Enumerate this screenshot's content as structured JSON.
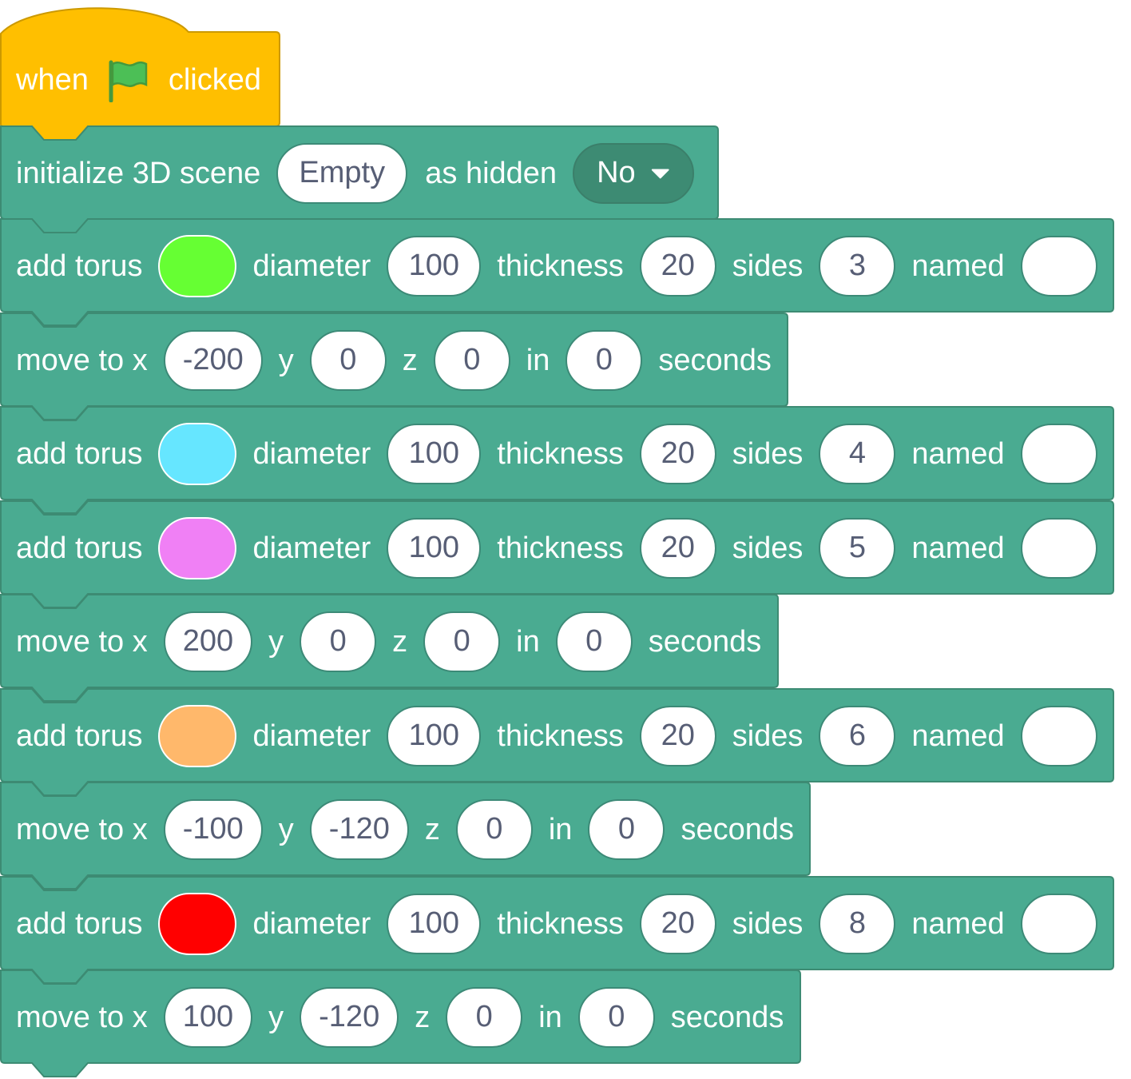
{
  "colors": {
    "event": "#ffbf00",
    "event_border": "#cc9900",
    "block": "#4aab91",
    "block_border": "#3d8b73",
    "input_text": "#575e75"
  },
  "hat": {
    "before": "when",
    "icon": "green-flag-icon",
    "after": "clicked"
  },
  "init_block": {
    "label1": "initialize 3D scene",
    "scene": "Empty",
    "label2": "as hidden",
    "hidden": "No"
  },
  "blocks": [
    {
      "type": "torus",
      "label": "add torus",
      "color": "#66ff33",
      "diameter_label": "diameter",
      "diameter": "100",
      "thickness_label": "thickness",
      "thickness": "20",
      "sides_label": "sides",
      "sides": "3",
      "named_label": "named",
      "name": ""
    },
    {
      "type": "move",
      "label": "move to x",
      "x": "-200",
      "y_label": "y",
      "y": "0",
      "z_label": "z",
      "z": "0",
      "in_label": "in",
      "time": "0",
      "seconds_label": "seconds"
    },
    {
      "type": "torus",
      "label": "add torus",
      "color": "#66e6ff",
      "diameter_label": "diameter",
      "diameter": "100",
      "thickness_label": "thickness",
      "thickness": "20",
      "sides_label": "sides",
      "sides": "4",
      "named_label": "named",
      "name": ""
    },
    {
      "type": "torus",
      "label": "add torus",
      "color": "#f080f5",
      "diameter_label": "diameter",
      "diameter": "100",
      "thickness_label": "thickness",
      "thickness": "20",
      "sides_label": "sides",
      "sides": "5",
      "named_label": "named",
      "name": ""
    },
    {
      "type": "move",
      "label": "move to x",
      "x": "200",
      "y_label": "y",
      "y": "0",
      "z_label": "z",
      "z": "0",
      "in_label": "in",
      "time": "0",
      "seconds_label": "seconds"
    },
    {
      "type": "torus",
      "label": "add torus",
      "color": "#ffb86b",
      "diameter_label": "diameter",
      "diameter": "100",
      "thickness_label": "thickness",
      "thickness": "20",
      "sides_label": "sides",
      "sides": "6",
      "named_label": "named",
      "name": ""
    },
    {
      "type": "move",
      "label": "move to x",
      "x": "-100",
      "y_label": "y",
      "y": "-120",
      "z_label": "z",
      "z": "0",
      "in_label": "in",
      "time": "0",
      "seconds_label": "seconds"
    },
    {
      "type": "torus",
      "label": "add torus",
      "color": "#ff0000",
      "diameter_label": "diameter",
      "diameter": "100",
      "thickness_label": "thickness",
      "thickness": "20",
      "sides_label": "sides",
      "sides": "8",
      "named_label": "named",
      "name": ""
    },
    {
      "type": "move",
      "label": "move to x",
      "x": "100",
      "y_label": "y",
      "y": "-120",
      "z_label": "z",
      "z": "0",
      "in_label": "in",
      "time": "0",
      "seconds_label": "seconds"
    }
  ]
}
